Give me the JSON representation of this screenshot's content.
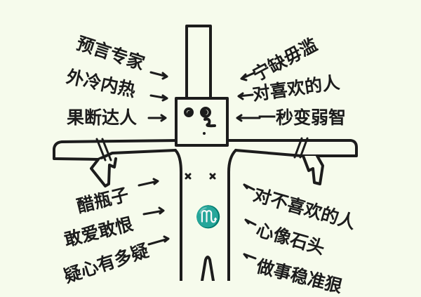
{
  "figure": {
    "description": "Cartoon stick figure with box head (Scorpio personality traits meme)",
    "background_color": "#f6fbec",
    "ink_color": "#1c1c1c",
    "symbol_color": "#2a4a66",
    "zodiac_symbol": "♏",
    "belly_marks": "× ×"
  },
  "left_labels": [
    {
      "text": "预言专家",
      "arrow": "→"
    },
    {
      "text": "外冷内热",
      "arrow": "→"
    },
    {
      "text": "果断达人",
      "arrow": "→"
    },
    {
      "text": "醋瓶子",
      "arrow": "→"
    },
    {
      "text": "敢爱敢恨",
      "arrow": "→"
    },
    {
      "text": "疑心有多疑",
      "arrow": "→"
    }
  ],
  "right_labels": [
    {
      "text": "宁缺毋滥",
      "arrow": "←"
    },
    {
      "text": "对喜欢的人",
      "arrow": "←"
    },
    {
      "text": "一秒变弱智",
      "arrow": "←"
    },
    {
      "text": "对不喜欢的人",
      "arrow": "←"
    },
    {
      "text": "心像石头",
      "arrow": "←"
    },
    {
      "text": "做事稳准狠",
      "arrow": "←"
    }
  ]
}
